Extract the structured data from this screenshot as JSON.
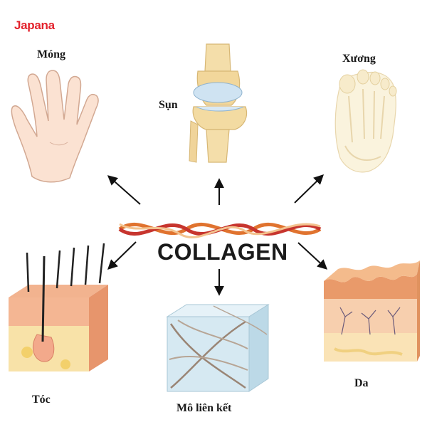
{
  "brand": {
    "logo_text": "Japana",
    "color": "#e3212b"
  },
  "center": {
    "title": "COLLAGEN"
  },
  "labels": {
    "nail": "Móng",
    "cartilage": "Sụn",
    "bone": "Xương",
    "hair": "Tóc",
    "connective_tissue": "Mô liên kết",
    "skin": "Da"
  },
  "icons": [
    "hand-icon",
    "knee-joint-icon",
    "foot-bones-icon",
    "hair-follicle-icon",
    "connective-tissue-cube-icon",
    "skin-layers-icon",
    "collagen-fiber-icon"
  ]
}
